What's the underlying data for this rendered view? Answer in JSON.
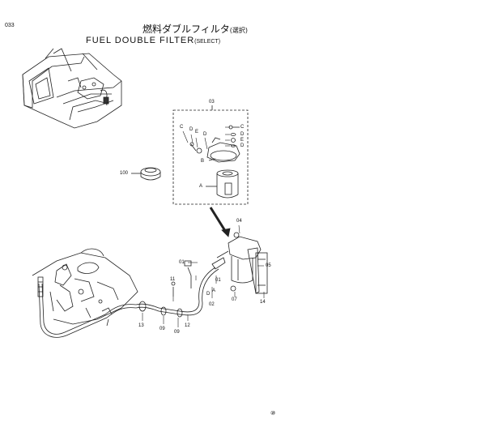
{
  "page_number": "033",
  "title_jp": "燃料ダブルフィルタ",
  "title_jp_note": "(選択)",
  "title_en": "FUEL DOUBLE FILTER",
  "title_en_note": "(SELECT)",
  "group_label": "03",
  "parts": {
    "p100": "100",
    "p01a": "01",
    "p01b": "01",
    "p02": "02",
    "p04": "04",
    "p05": "05",
    "p07": "07",
    "p09a": "09",
    "p09b": "09",
    "p11": "11",
    "p12": "12",
    "p13": "13",
    "p14": "14"
  },
  "letters": {
    "A1": "A",
    "B1": "B",
    "C1": "C",
    "C2": "C",
    "D1": "D",
    "D2": "D",
    "D3": "D",
    "D4": "D",
    "E1": "E",
    "E2": "E",
    "A2": "A",
    "D5": "D"
  },
  "footer_mark": "⑩"
}
